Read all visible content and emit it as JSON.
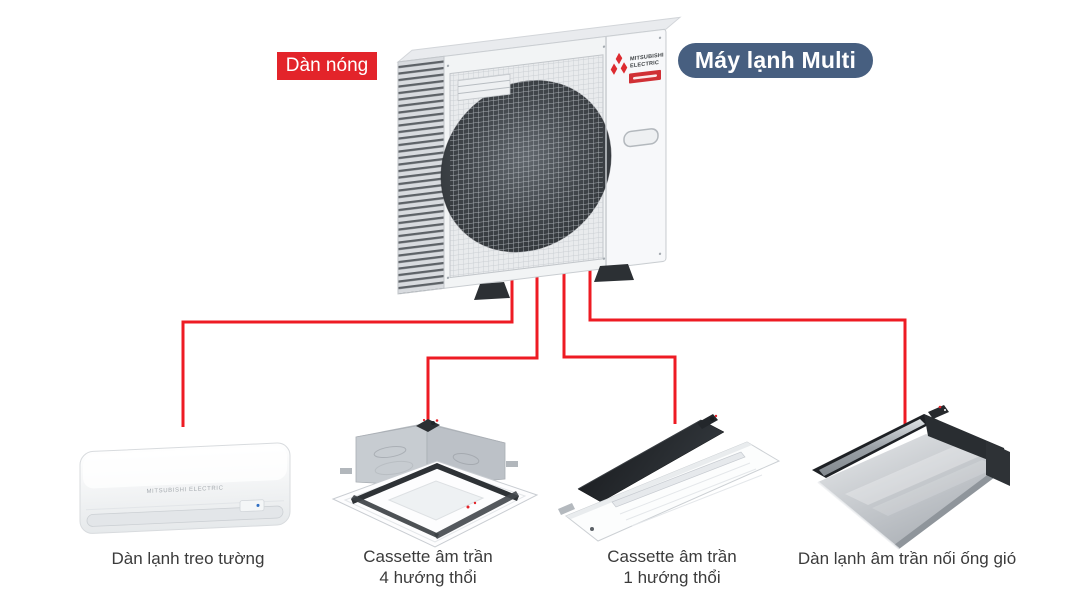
{
  "system_badge": "Máy lạnh Multi",
  "outdoor": {
    "tag": "Dàn nóng",
    "brand_line1": "MITSUBISHI",
    "brand_line2": "ELECTRIC"
  },
  "brand": "MITSUBISHI ELECTRIC",
  "indoor_units": [
    {
      "name": "wall-mounted",
      "label_lines": [
        "Dàn lạnh treo tường"
      ]
    },
    {
      "name": "cassette-4-way",
      "label_lines": [
        "Cassette âm trần",
        "4 hướng thổi"
      ]
    },
    {
      "name": "cassette-1-way",
      "label_lines": [
        "Cassette âm trần",
        "1 hướng thổi"
      ]
    },
    {
      "name": "ceiling-ducted",
      "label_lines": [
        "Dàn lạnh âm trần nối ống gió"
      ]
    }
  ],
  "colors": {
    "connector_red": "#ee1b23",
    "tag_red": "#e3242a",
    "badge_blue": "#475f80",
    "caption_text": "#3b3b3b"
  }
}
